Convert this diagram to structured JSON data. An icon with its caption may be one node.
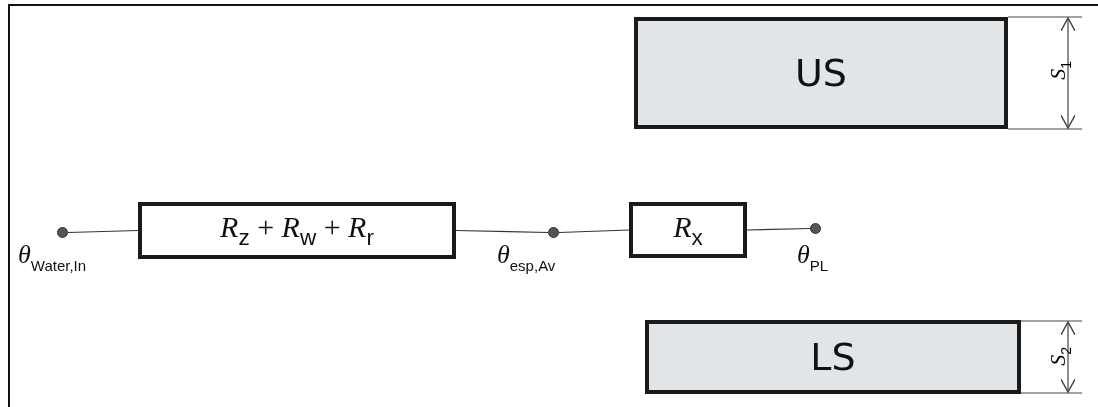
{
  "diagram": {
    "nodes": [
      {
        "text": [
          "US"
        ]
      },
      {
        "text": [],
        "shape": "circle",
        "beside": [
          "*θ*$_{Water,In}$"
        ]
      },
      {
        "text": [
          "*R*$_{z}$ + *R*$_{w}$ + *R*$_{r}$"
        ]
      },
      {
        "text": [],
        "shape": "circle",
        "beside": [
          "*θ*$_{esp,Av}$"
        ]
      },
      {
        "text": [
          "*R*$_{x}$"
        ]
      },
      {
        "text": [],
        "shape": "circle",
        "beside": [
          "*θ*$_{PL}$"
        ]
      },
      {
        "text": [
          "LS"
        ]
      }
    ],
    "edges": [
      {
        "from": 1,
        "to": 2,
        "arrow": "none"
      },
      {
        "from": 2,
        "to": 3,
        "arrow": "none"
      },
      {
        "from": 3,
        "to": 4,
        "arrow": "none"
      },
      {
        "from": 4,
        "to": 5,
        "arrow": "none"
      }
    ],
    "labels": [
      "*S*$_{1}$",
      "*S*$_{2}$"
    ]
  }
}
